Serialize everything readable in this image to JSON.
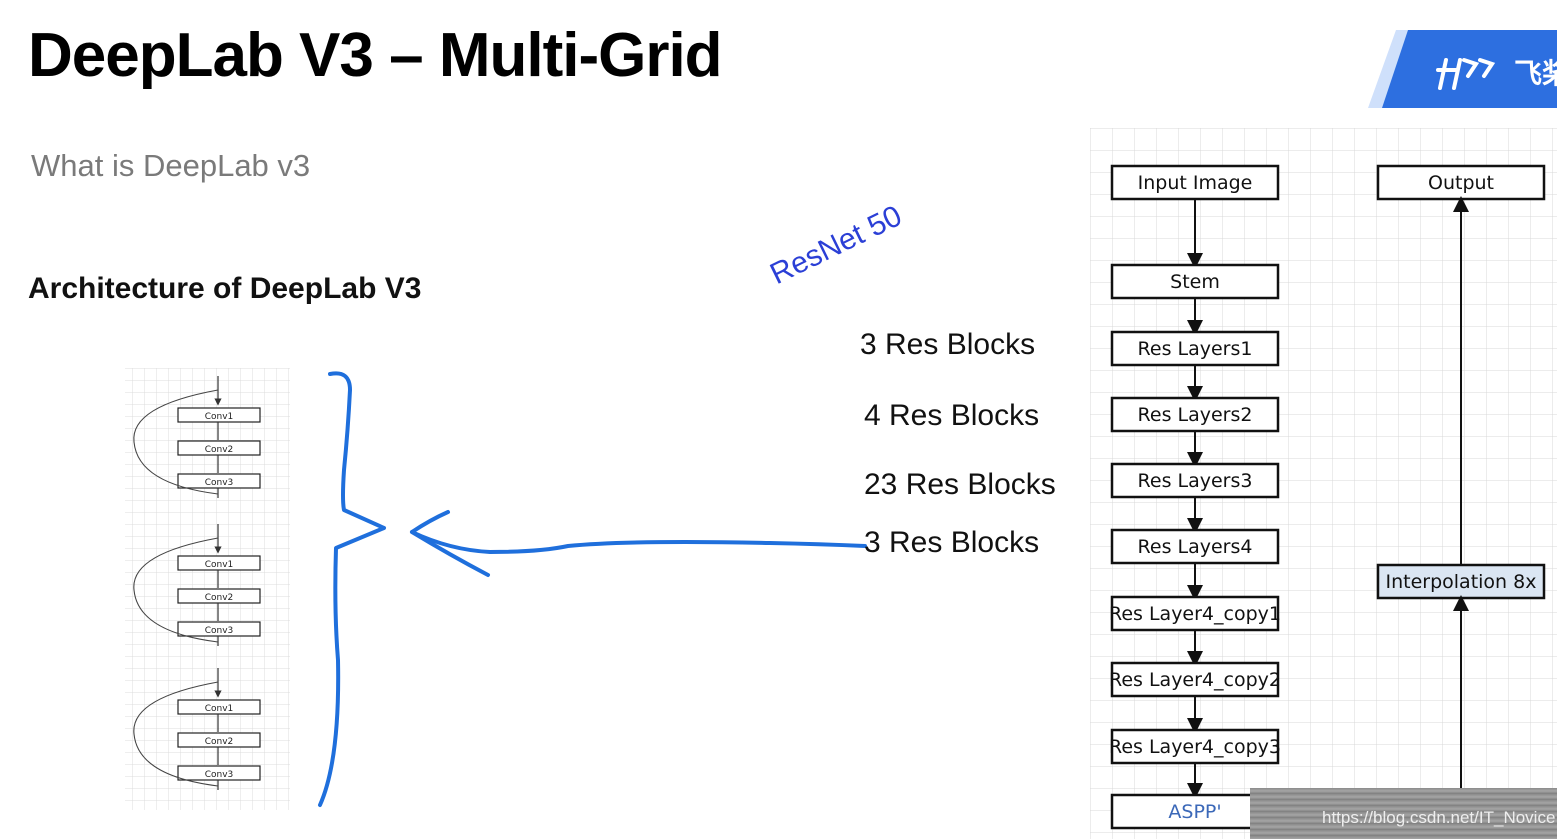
{
  "title": "DeepLab V3 – Multi-Grid",
  "subtitle": "What is DeepLab v3",
  "heading": "Architecture of DeepLab V3",
  "annotation": "ResNet 50",
  "logo_text": "飞桨",
  "res_block_labels": [
    "3 Res Blocks",
    "4 Res Blocks",
    "23 Res Blocks",
    "3 Res Blocks"
  ],
  "block_diagram": {
    "groups": [
      [
        "Conv1",
        "Conv2",
        "Conv3"
      ],
      [
        "Conv1",
        "Conv2",
        "Conv3"
      ],
      [
        "Conv1",
        "Conv2",
        "Conv3"
      ]
    ]
  },
  "flow_diagram": {
    "left_column": [
      "Input Image",
      "Stem",
      "Res Layers1",
      "Res Layers2",
      "Res Layers3",
      "Res Layers4",
      "Res Layer4_copy1",
      "Res Layer4_copy2",
      "Res Layer4_copy3",
      "ASPP'"
    ],
    "right_column": [
      "Output",
      "Interpolation 8x"
    ]
  },
  "watermark": "https://blog.csdn.net/IT_Novice",
  "colors": {
    "ink_blue": "#1f6fdc",
    "annotation_blue": "#2b3fd6",
    "highlight_fill": "#dbe6f3",
    "aspp_text": "#3b68b8",
    "logo_blue": "#2d6fe0"
  }
}
